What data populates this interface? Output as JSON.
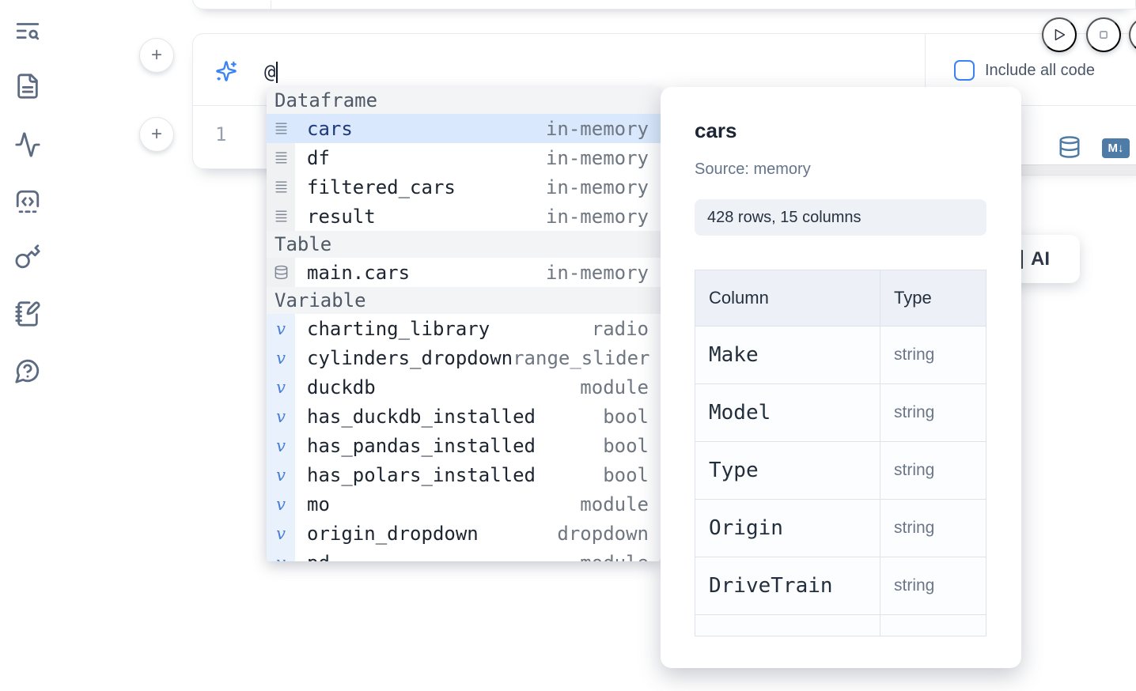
{
  "colors": {
    "accent_blue": "#3b82f6",
    "steel_blue": "#4e7ca6",
    "selected_row_bg": "#d9e8fc"
  },
  "sidebar": {
    "items": [
      {
        "icon": "text-search"
      },
      {
        "icon": "file-text"
      },
      {
        "icon": "activity"
      },
      {
        "icon": "code-square"
      },
      {
        "icon": "key"
      },
      {
        "icon": "notebook-pen"
      },
      {
        "icon": "help-chat"
      }
    ]
  },
  "add_buttons": {
    "plus_label": "+"
  },
  "cell": {
    "ai_prompt_value": "@",
    "include_all_code_label": "Include all code",
    "line_number": "1",
    "markdown_badge": "M↓"
  },
  "autocomplete": {
    "variable_icon_glyph": "v",
    "sections": [
      {
        "label": "Dataframe",
        "items": [
          {
            "name": "cars",
            "type": "in-memory"
          },
          {
            "name": "df",
            "type": "in-memory"
          },
          {
            "name": "filtered_cars",
            "type": "in-memory"
          },
          {
            "name": "result",
            "type": "in-memory"
          }
        ]
      },
      {
        "label": "Table",
        "items": [
          {
            "name": "main.cars",
            "type": "in-memory"
          }
        ]
      },
      {
        "label": "Variable",
        "items": [
          {
            "name": "charting_library",
            "type": "radio"
          },
          {
            "name": "cylinders_dropdown",
            "type": "range_slider"
          },
          {
            "name": "duckdb",
            "type": "module"
          },
          {
            "name": "has_duckdb_installed",
            "type": "bool"
          },
          {
            "name": "has_pandas_installed",
            "type": "bool"
          },
          {
            "name": "has_polars_installed",
            "type": "bool"
          },
          {
            "name": "mo",
            "type": "module"
          },
          {
            "name": "origin_dropdown",
            "type": "dropdown"
          },
          {
            "name": "pd",
            "type": "module"
          }
        ]
      }
    ]
  },
  "preview": {
    "title": "cars",
    "source": "Source: memory",
    "shape": "428 rows, 15 columns",
    "table": {
      "headers": [
        "Column",
        "Type"
      ],
      "rows": [
        [
          "Make",
          "string"
        ],
        [
          "Model",
          "string"
        ],
        [
          "Type",
          "string"
        ],
        [
          "Origin",
          "string"
        ],
        [
          "DriveTrain",
          "string"
        ]
      ]
    }
  },
  "ai_button": {
    "label": "AI"
  }
}
